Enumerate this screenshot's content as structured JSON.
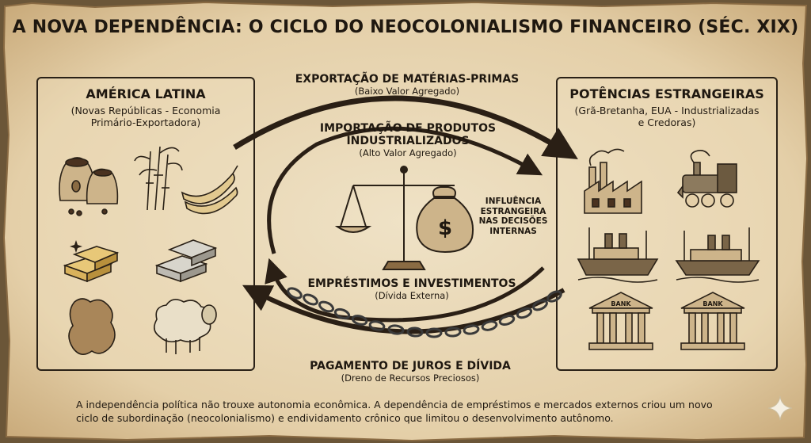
{
  "title": "A NOVA DEPENDÊNCIA: O CICLO DO NEOCOLONIALISMO FINANCEIRO (SÉC. XIX)",
  "left_panel": {
    "title": "AMÉRICA LATINA",
    "subtitle_line1": "(Novas Repúblicas - Economia",
    "subtitle_line2": "Primário-Exportadora)",
    "icons": [
      "coffee-sacks-icon",
      "sugarcane-icon",
      "bananas-icon",
      "gold-bars-icon",
      "silver-bars-icon",
      "hide-leather-icon",
      "sheep-icon"
    ]
  },
  "right_panel": {
    "title": "POTÊNCIAS ESTRANGEIRAS",
    "subtitle_line1": "(Grã-Bretanha, EUA - Industrializadas",
    "subtitle_line2": "e Credoras)",
    "bank_label": "BANK",
    "icons": [
      "factory-icon",
      "locomotive-icon",
      "steamship-icon",
      "steamship-icon",
      "bank-icon",
      "bank-icon"
    ]
  },
  "flows": {
    "export_main": "EXPORTAÇÃO DE MATÉRIAS-PRIMAS",
    "export_sub": "(Baixo Valor Agregado)",
    "import_main_line1": "IMPORTAÇÃO DE PRODUTOS",
    "import_main_line2": "INDUSTRIALIZADOS",
    "import_sub": "(Alto Valor Agregado)",
    "loans_main": "EMPRÉSTIMOS E INVESTIMENTOS",
    "loans_sub": "(Dívida Externa)",
    "payment_main": "PAGAMENTO DE JUROS E DÍVIDA",
    "payment_sub": "(Dreno de Recursos Preciosos)"
  },
  "center": {
    "influence_line1": "INFLUÊNCIA",
    "influence_line2": "ESTRANGEIRA",
    "influence_line3": "NAS DECISÕES",
    "influence_line4": "INTERNAS",
    "bag_symbol": "$",
    "icons": [
      "balance-scale-icon",
      "money-bag-icon",
      "chain-icon"
    ]
  },
  "footer": {
    "line1": "A independência política não trouxe autonomia econômica. A dependência de empréstimos e mercados externos criou um novo",
    "line2": "ciclo de subordinação (neocolonialismo) e endividamento crônico que limitou o desenvolvimento autônomo."
  },
  "colors": {
    "parchment": "#e8d7b6",
    "ink": "#1f1810",
    "arrow": "#2a1f15"
  }
}
